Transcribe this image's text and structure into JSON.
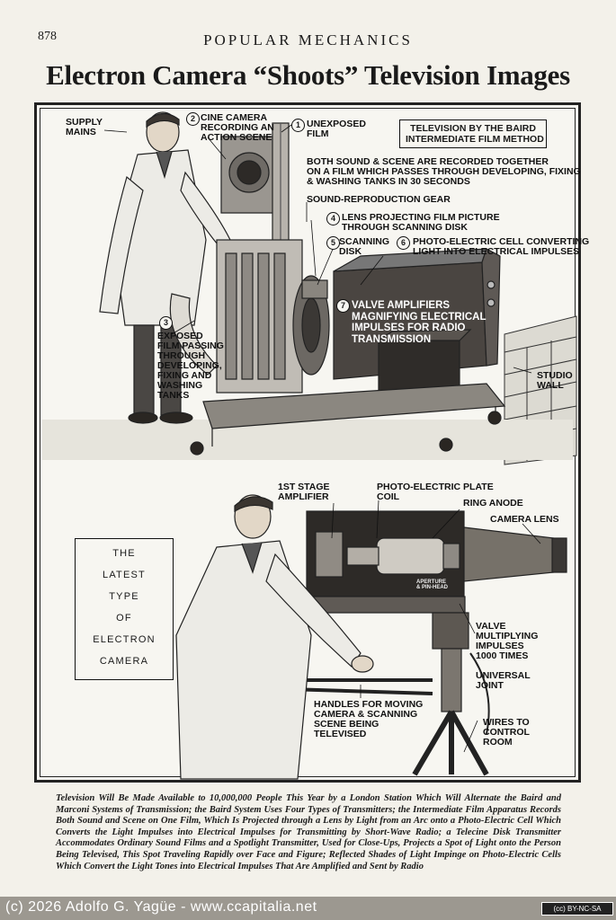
{
  "header": {
    "page_number": "878",
    "running_title": "POPULAR MECHANICS",
    "headline": "Electron Camera “Shoots” Television Images"
  },
  "top_illustration": {
    "method_box": "TELEVISION BY THE BAIRD\nINTERMEDIATE FILM METHOD",
    "labels": {
      "supply_mains": "SUPPLY\nMAINS",
      "cine_camera": "CINE CAMERA\nRECORDING AN\nACTION SCENE",
      "unexposed_film": "UNEXPOSED\nFILM",
      "recorded_together": "BOTH SOUND & SCENE ARE RECORDED TOGETHER\nON A FILM WHICH PASSES THROUGH DEVELOPING, FIXING\n& WASHING TANKS IN 30 SECONDS",
      "sound_gear": "SOUND-REPRODUCTION GEAR",
      "lens_projecting": "LENS PROJECTING FILM PICTURE\nTHROUGH SCANNING DISK",
      "scanning_disk": "SCANNING\nDISK",
      "photo_cell": "PHOTO-ELECTRIC CELL CONVERTING\nLIGHT INTO ELECTRICAL IMPULSES",
      "valve_amplifiers": "VALVE AMPLIFIERS\nMAGNIFYING ELECTRICAL\nIMPULSES FOR RADIO\nTRANSMISSION",
      "exposed_film": "EXPOSED\nFILM PASSING\nTHROUGH\nDEVELOPING,\nFIXING AND\nWASHING\nTANKS",
      "studio_wall": "STUDIO\nWALL"
    },
    "numbers": [
      "1",
      "2",
      "3",
      "4",
      "5",
      "6",
      "7"
    ]
  },
  "bottom_illustration": {
    "latest_box": [
      "THE",
      "LATEST",
      "TYPE",
      "OF",
      "ELECTRON",
      "CAMERA"
    ],
    "labels": {
      "first_stage": "1ST STAGE\nAMPLIFIER",
      "photo_plate": "PHOTO-ELECTRIC PLATE\nCOIL",
      "ring_anode": "RING ANODE",
      "camera_lens": "CAMERA LENS",
      "aperture": "APERTURE\n& PIN-HEAD",
      "valve_multiplying": "VALVE\nMULTIPLYING\nIMPULSES\n1000 TIMES",
      "universal_joint": "UNIVERSAL\nJOINT",
      "handles": "HANDLES FOR MOVING\nCAMERA & SCANNING\nSCENE BEING\nTELEVISED",
      "wires": "WIRES TO\nCONTROL\nROOM"
    }
  },
  "caption": "Television Will Be Made Available to 10,000,000 People This Year by a London Station Which Will Alternate the Baird and Marconi Systems of Transmission; the Baird System Uses Four Types of Transmitters; the Intermediate Film Apparatus Records Both Sound and Scene on One Film, Which Is Projected through a Lens by Light from an Arc onto a Photo-Electric Cell Which Converts the Light Impulses into Electrical Impulses for Transmitting by Short-Wave Radio; a Telecine Disk Transmitter Accommodates Ordinary Sound Films and a Spotlight Transmitter, Used for Close-Ups, Projects a Spot of Light onto the Person Being Televised, This Spot Traveling Rapidly over Face and Figure; Reflected Shades of Light Impinge on Photo-Electric Cells Which Convert the Light Tones into Electrical Impulses That Are Amplified and Sent by Radio",
  "footer": {
    "copyright": "(c) 2026 Adolfo G. Yagüe - www.ccapitalia.net",
    "license": "(cc) BY-NC-SA"
  }
}
